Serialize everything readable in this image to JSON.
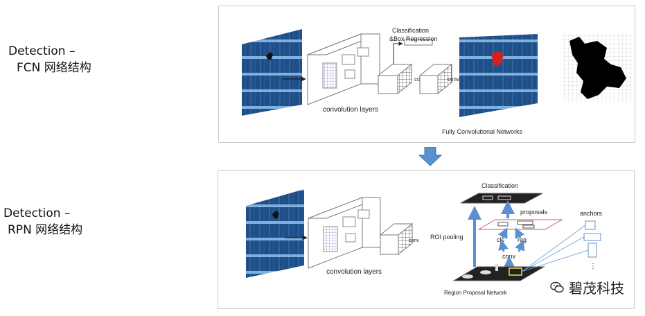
{
  "labels": {
    "fcn_line1": "Detection –",
    "fcn_line2": "FCN 网络结构",
    "rpn_line1": "Detection –",
    "rpn_line2": "RPN 网络结构"
  },
  "top_panel": {
    "classification": "Classification",
    "box_regression": "&Box Regression",
    "conv_a": "conv",
    "conv_b": "conv",
    "convolution_layers": "convolution layers",
    "caption": "Fully Convolutional Networks"
  },
  "bottom_panel": {
    "convolution_layers": "convolution layers",
    "conv_small": "conv",
    "roi_pooling": "ROI pooling",
    "classification": "Classification",
    "proposals": "proposals",
    "cls": "cls",
    "reg": "reg",
    "conv": "conv",
    "anchors": "anchors",
    "anchors_dots": "⋮",
    "caption": "Region Proposal Network"
  },
  "watermark": {
    "text": "碧茂科技"
  },
  "colors": {
    "flow_arrow": "#5b8fd0",
    "image_blue": "#1f4f86",
    "red_blob": "#d42020"
  }
}
